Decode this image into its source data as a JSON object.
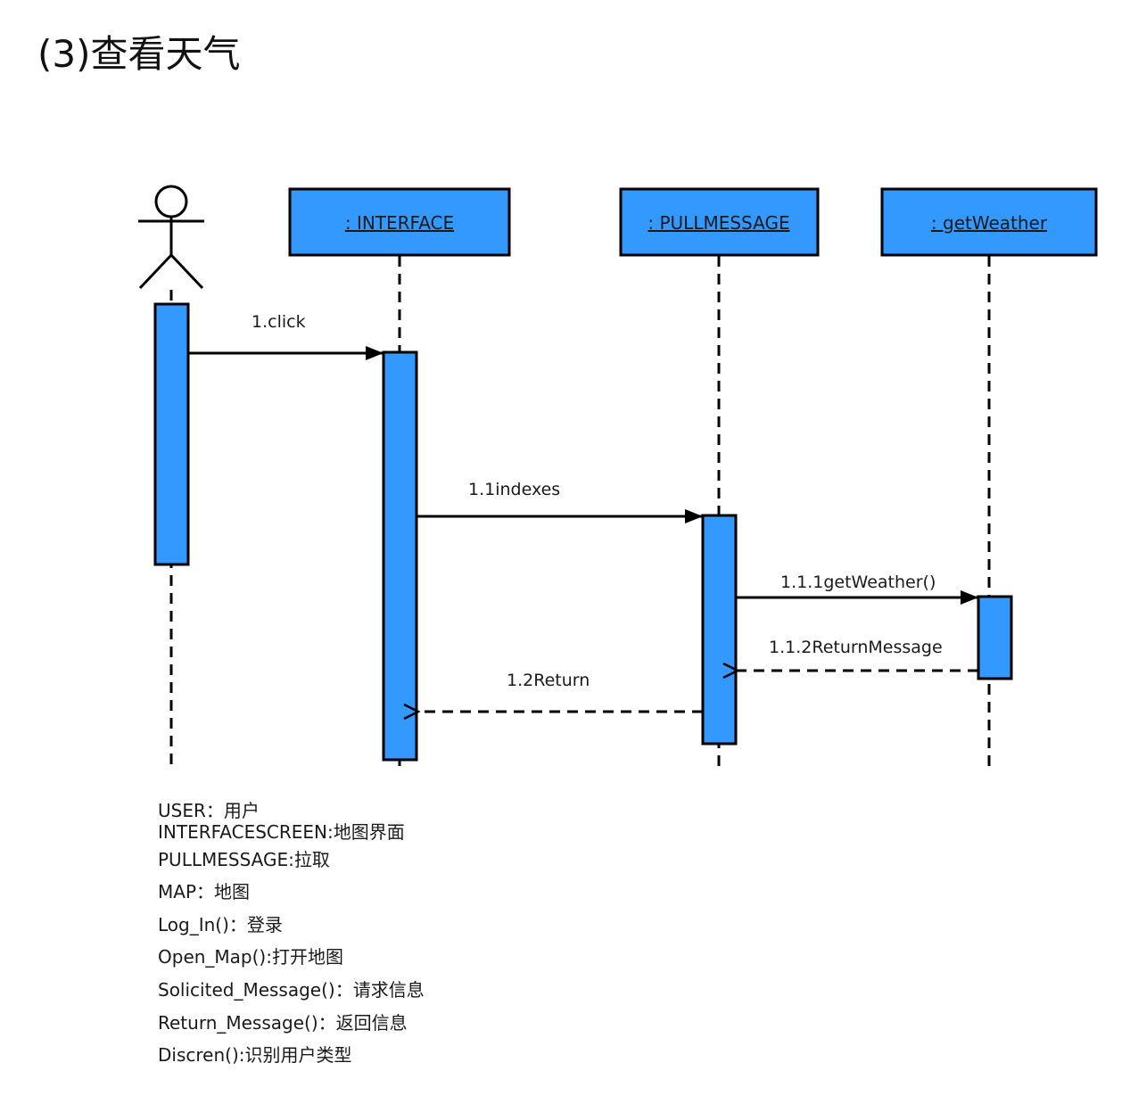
{
  "title": "(3)查看天气",
  "diagram": {
    "lifelines": [
      {
        "id": "user",
        "label": ""
      },
      {
        "id": "interface",
        "label": ":  INTERFACE"
      },
      {
        "id": "pullmessage",
        "label": ": PULLMESSAGE"
      },
      {
        "id": "getweather",
        "label": ":  getWeather"
      }
    ],
    "messages": [
      {
        "id": "m1",
        "label": "1.click",
        "type": "sync"
      },
      {
        "id": "m11",
        "label": "1.1indexes",
        "type": "sync"
      },
      {
        "id": "m111",
        "label": "1.1.1getWeather()",
        "type": "sync"
      },
      {
        "id": "m112",
        "label": "1.1.2ReturnMessage",
        "type": "return"
      },
      {
        "id": "m12",
        "label": "1.2Return",
        "type": "return"
      }
    ],
    "colors": {
      "box_fill": "#3399ff",
      "stroke": "#000000"
    }
  },
  "legend": [
    "USER：用户",
    "INTERFACESCREEN:地图界面",
    "PULLMESSAGE:拉取",
    "MAP：地图",
    "Log_In()：登录",
    "Open_Map():打开地图",
    "Solicited_Message()：请求信息",
    "Return_Message()：返回信息",
    "Discren():识别用户类型"
  ]
}
